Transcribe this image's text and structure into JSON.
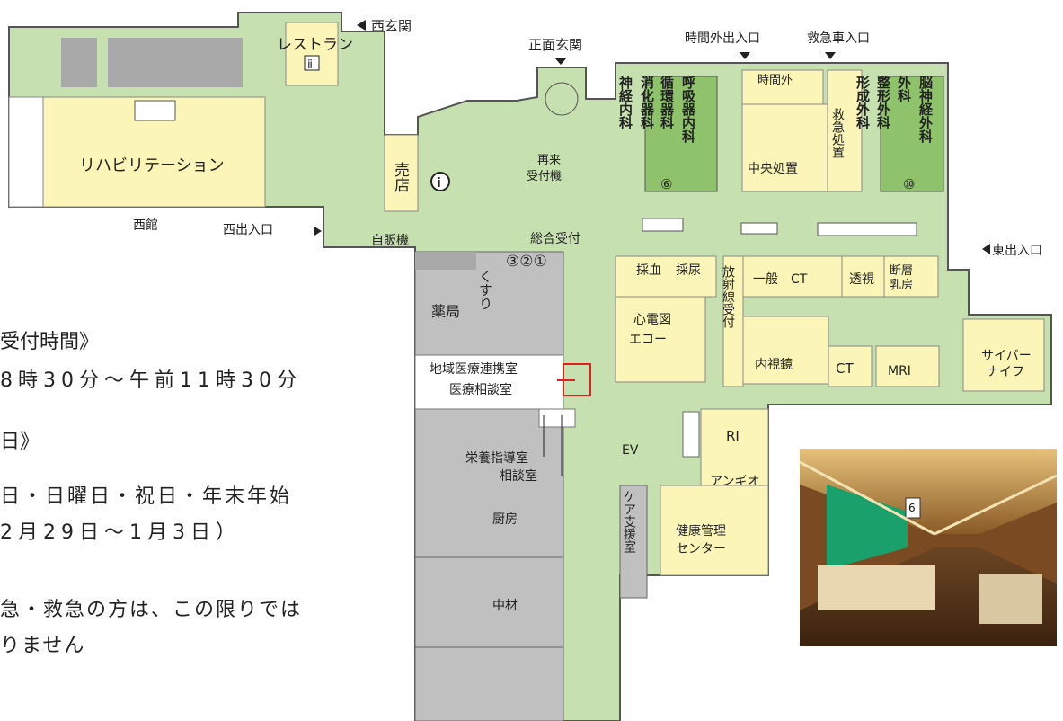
{
  "map": {
    "west_wing": "西館",
    "west_entrance": "西玄関",
    "west_exit": "西出入口",
    "front_entrance": "正面玄関",
    "after_hours_entrance": "時間外出入口",
    "ambulance_entrance": "救急車入口",
    "east_exit": "東出入口",
    "restaurant": "レストラン",
    "rehabilitation": "リハビリテーション",
    "shop": "売店",
    "vending": "自販機",
    "reentry_machine": "再来\n受付機",
    "general_reception": "総合受付",
    "reception_numbers": [
      "③",
      "②",
      "①"
    ],
    "medicine": "くすり",
    "pharmacy": "薬局",
    "liaison": "地域医療連携室",
    "consultation": "医療相談室",
    "nutrition": "栄養指導室",
    "counseling": "相談室",
    "kitchen": "厨房",
    "supplies": "中材",
    "neurology": "神経内科",
    "gastro": "消化器科",
    "cardio": "循環器科",
    "respiratory": "呼吸器内科",
    "after_hours": "時間外",
    "central_treatment": "中央処置",
    "emergency": "救急処置",
    "plastic": "形成外科",
    "ortho": "整形外科",
    "surgery": "外科",
    "neurosurgery": "脳神経外科",
    "block6": "⑥",
    "block10": "⑩",
    "blood": "採血",
    "urine": "採尿",
    "ecg": "心電図\nエコー",
    "radiology": "放射線受付",
    "general": "一般",
    "ct": "CT",
    "fluoro": "透視",
    "tomo": "断層\n乳房",
    "endoscopy": "内視鏡",
    "ct2": "CT",
    "mri": "MRI",
    "cyberknife": "サイバー\nナイフ",
    "ri": "RI",
    "angio": "アンギオ",
    "ev": "EV",
    "care": "ケア支援室",
    "health": "健康管理\nセンター"
  },
  "info": {
    "hours_title": "受付時間》",
    "hours": "8時30分～午前11時30分",
    "closed_title": "日》",
    "closed_days": "日・日曜日・祝日・年末年始",
    "closed_period": "2月29日～1月3日）",
    "note1": "急・救急の方は、この限りでは",
    "note2": "りません"
  },
  "photo_sign": "6"
}
